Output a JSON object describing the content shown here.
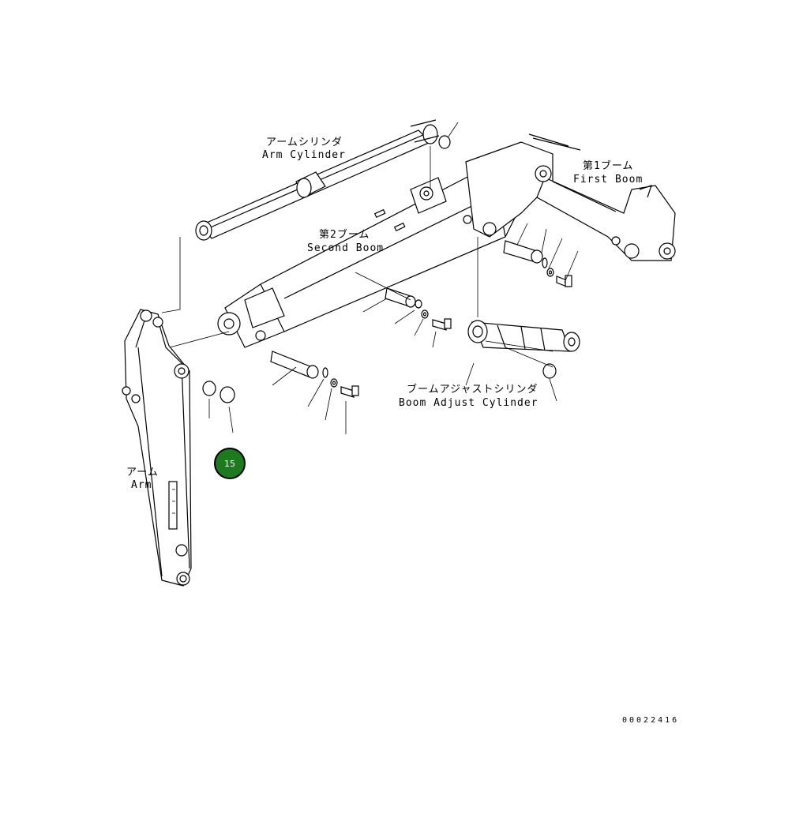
{
  "labels": {
    "arm_cylinder_jp": "アームシリンダ",
    "arm_cylinder_en": "Arm Cylinder",
    "first_boom_jp": "第1ブーム",
    "first_boom_en": "First Boom",
    "second_boom_jp": "第2ブーム",
    "second_boom_en": "Second Boom",
    "boom_adjust_jp": "ブームアジャストシリンダ",
    "boom_adjust_en": "Boom Adjust Cylinder",
    "arm_jp": "アーム",
    "arm_en": "Arm"
  },
  "callout": {
    "number": "15",
    "color": "#1e7a1e"
  },
  "drawing_number": "00022416"
}
